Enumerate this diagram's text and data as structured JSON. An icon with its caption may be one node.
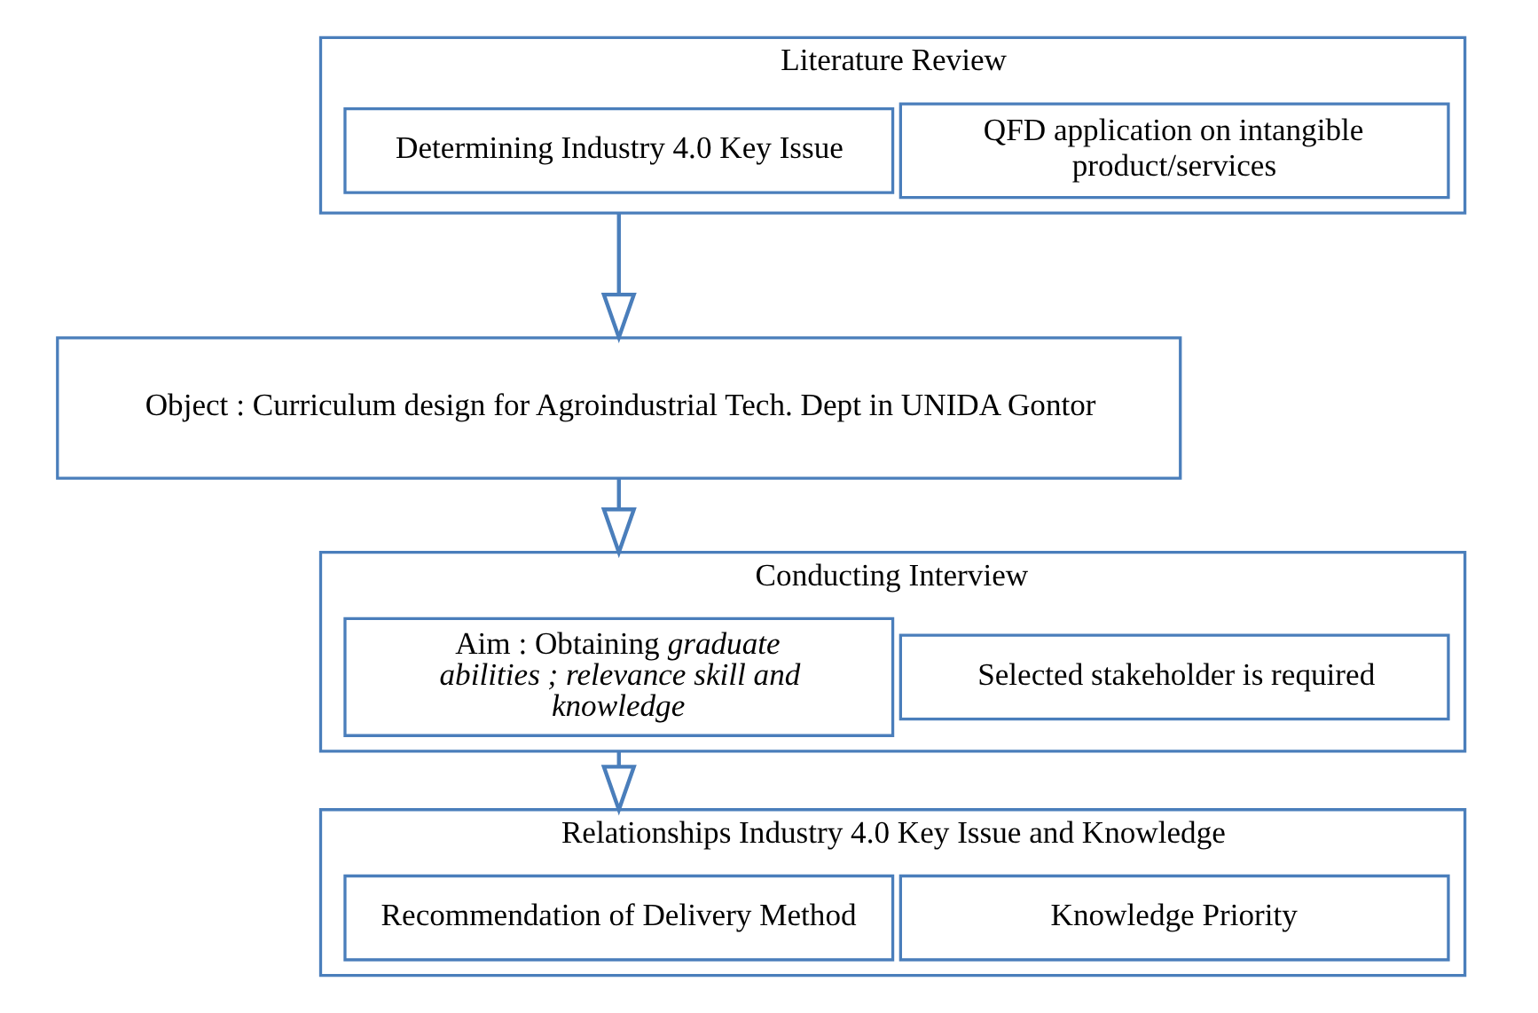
{
  "diagram": {
    "nodes": [
      {
        "text": [
          "Literature Review"
        ]
      },
      {
        "text": [
          "Determining Industry 4.0 Key Issue"
        ],
        "in": 0
      },
      {
        "text": [
          "QFD application on intangible product/services"
        ],
        "in": 0
      },
      {
        "text": [
          "Object : Curriculum design for Agroindustrial Tech. Dept in UNIDA Gontor"
        ]
      },
      {
        "text": [
          "Conducting Interview"
        ]
      },
      {
        "text": [
          "Aim : Obtaining *graduate abilities ; relevance skill and knowledge*"
        ],
        "in": 4
      },
      {
        "text": [
          "Selected stakeholder is required"
        ],
        "in": 4
      },
      {
        "text": [
          "Relationships Industry 4.0 Key Issue and Knowledge"
        ]
      },
      {
        "text": [
          "Recommendation of Delivery Method"
        ],
        "in": 7
      },
      {
        "text": [
          "Knowledge Priority"
        ],
        "in": 7
      }
    ],
    "edges": [
      {
        "from": 0,
        "to": 3,
        "arrow": "to"
      },
      {
        "from": 3,
        "to": 4,
        "arrow": "to"
      },
      {
        "from": 4,
        "to": 7,
        "arrow": "to"
      }
    ]
  }
}
